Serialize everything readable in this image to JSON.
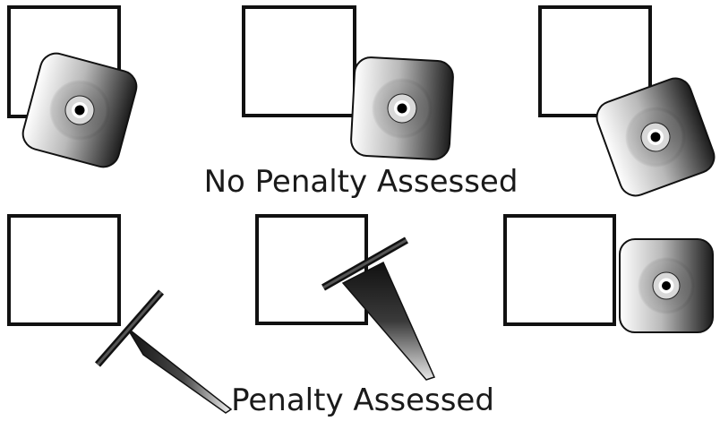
{
  "labels": {
    "no_penalty": "No Penalty Assessed",
    "penalty": "Penalty Assessed"
  },
  "colors": {
    "outline": "#111111",
    "gradient_light": "#ffffff",
    "gradient_dark": "#1c1c1c",
    "hole": "#000000"
  },
  "icons": {
    "target_square": "square-outline",
    "upright_object": "rounded-square-disc",
    "tipped_object": "fallen-cone"
  }
}
